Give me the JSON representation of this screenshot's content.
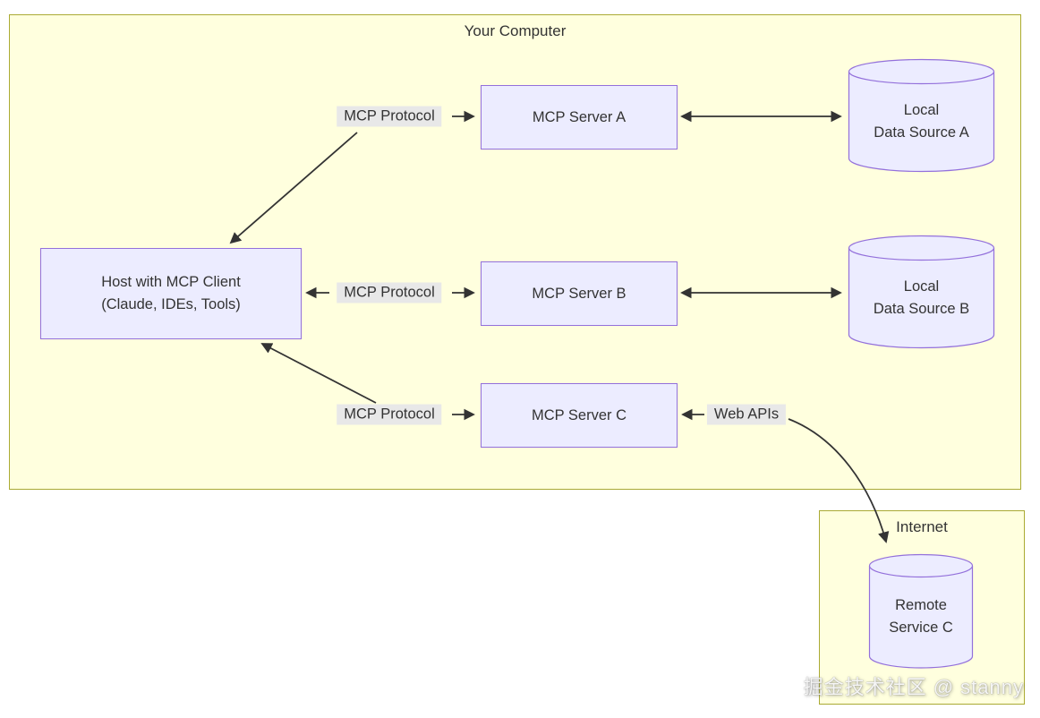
{
  "clusters": {
    "computer_title": "Your Computer",
    "internet_title": "Internet"
  },
  "nodes": {
    "host_line1": "Host with MCP Client",
    "host_line2": "(Claude, IDEs, Tools)",
    "server_a": "MCP Server A",
    "server_b": "MCP Server B",
    "server_c": "MCP Server C",
    "data_a_line1": "Local",
    "data_a_line2": "Data Source A",
    "data_b_line1": "Local",
    "data_b_line2": "Data Source B",
    "remote_line1": "Remote",
    "remote_line2": "Service C"
  },
  "edge_labels": {
    "protocol_a": "MCP Protocol",
    "protocol_b": "MCP Protocol",
    "protocol_c": "MCP Protocol",
    "web_apis": "Web APIs"
  },
  "colors": {
    "cluster_fill": "#ffffde",
    "cluster_border": "#aaaa33",
    "node_fill": "#ECECFF",
    "node_border": "#9370DB",
    "edge_label_bg": "#e8e8e8",
    "arrow": "#333333"
  },
  "watermark": "掘金技术社区 @ stanny"
}
